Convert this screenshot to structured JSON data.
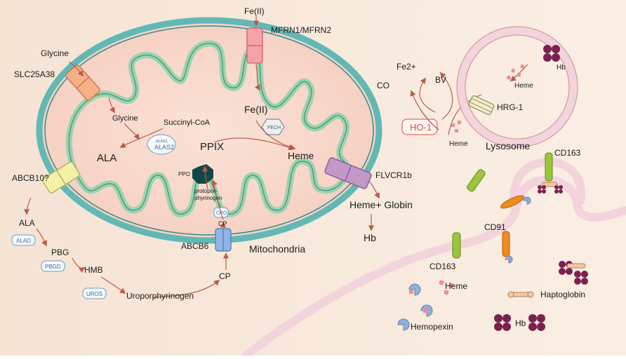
{
  "colors": {
    "background_left": "#F6E4D5",
    "background_right": "#FAEEE3",
    "membrane_outer": "#62B8B5",
    "membrane_fill": "#F7D4C6",
    "cristae": "#9BD3B0",
    "arrow": "#B85C4A",
    "lysosome_ring": "#F3D3DC",
    "hb": "#7B2150",
    "heme_square": "#F08C96",
    "enzyme_border": "#6B9BC4",
    "ho1": "#E8453C"
  },
  "labels": {
    "fe2_top": "Fe(II)",
    "mfrn": "MFRN1/MFRN2",
    "glycine_out": "Glycine",
    "slc25a38": "SLC25A38",
    "glycine_in": "Glycine",
    "succinyl_coa": "Succinyl-CoA",
    "alas1": "ALAS1",
    "alas2": "ALAS2",
    "ala_in": "ALA",
    "ppix": "PPIX",
    "fe2_mid": "Fe(II)",
    "fech": "FECH",
    "heme_in": "Heme",
    "ppo": "PPO",
    "protoporphyrinogen": "protopor-\nphyrinogen",
    "cpo": "CPO",
    "cp_in": "CP",
    "abcb10": "ABCB10?",
    "flvcr1b": "FLVCR1b",
    "heme_globin": "Heme+ Globin",
    "hb_out": "Hb",
    "ala_out": "ALA",
    "alad": "ALAD",
    "pbg": "PBG",
    "pbgd": "PBGD",
    "hmb": "HMB",
    "uros": "UROS",
    "uroporphyrinogen": "Uroporphyrinogen",
    "cp_out": "CP",
    "abcb6": "ABCB6",
    "mitochondria": "Mitochondria",
    "fe2plus": "Fe2+",
    "co": "CO",
    "bv": "BV",
    "ho1": "HO-1",
    "heme_lys": "Heme",
    "hb_lys": "Hb",
    "hrg1": "HRG-1",
    "heme_cyto": "Heme",
    "lysosome": "Lysosome",
    "cd163_top": "CD163",
    "cd91": "CD91",
    "cd163_bottom": "CD163",
    "heme_ext": "Heme",
    "haptoglobin": "Haptoglobin",
    "hemopexin": "Hemopexin",
    "hb_ext": "Hb"
  }
}
